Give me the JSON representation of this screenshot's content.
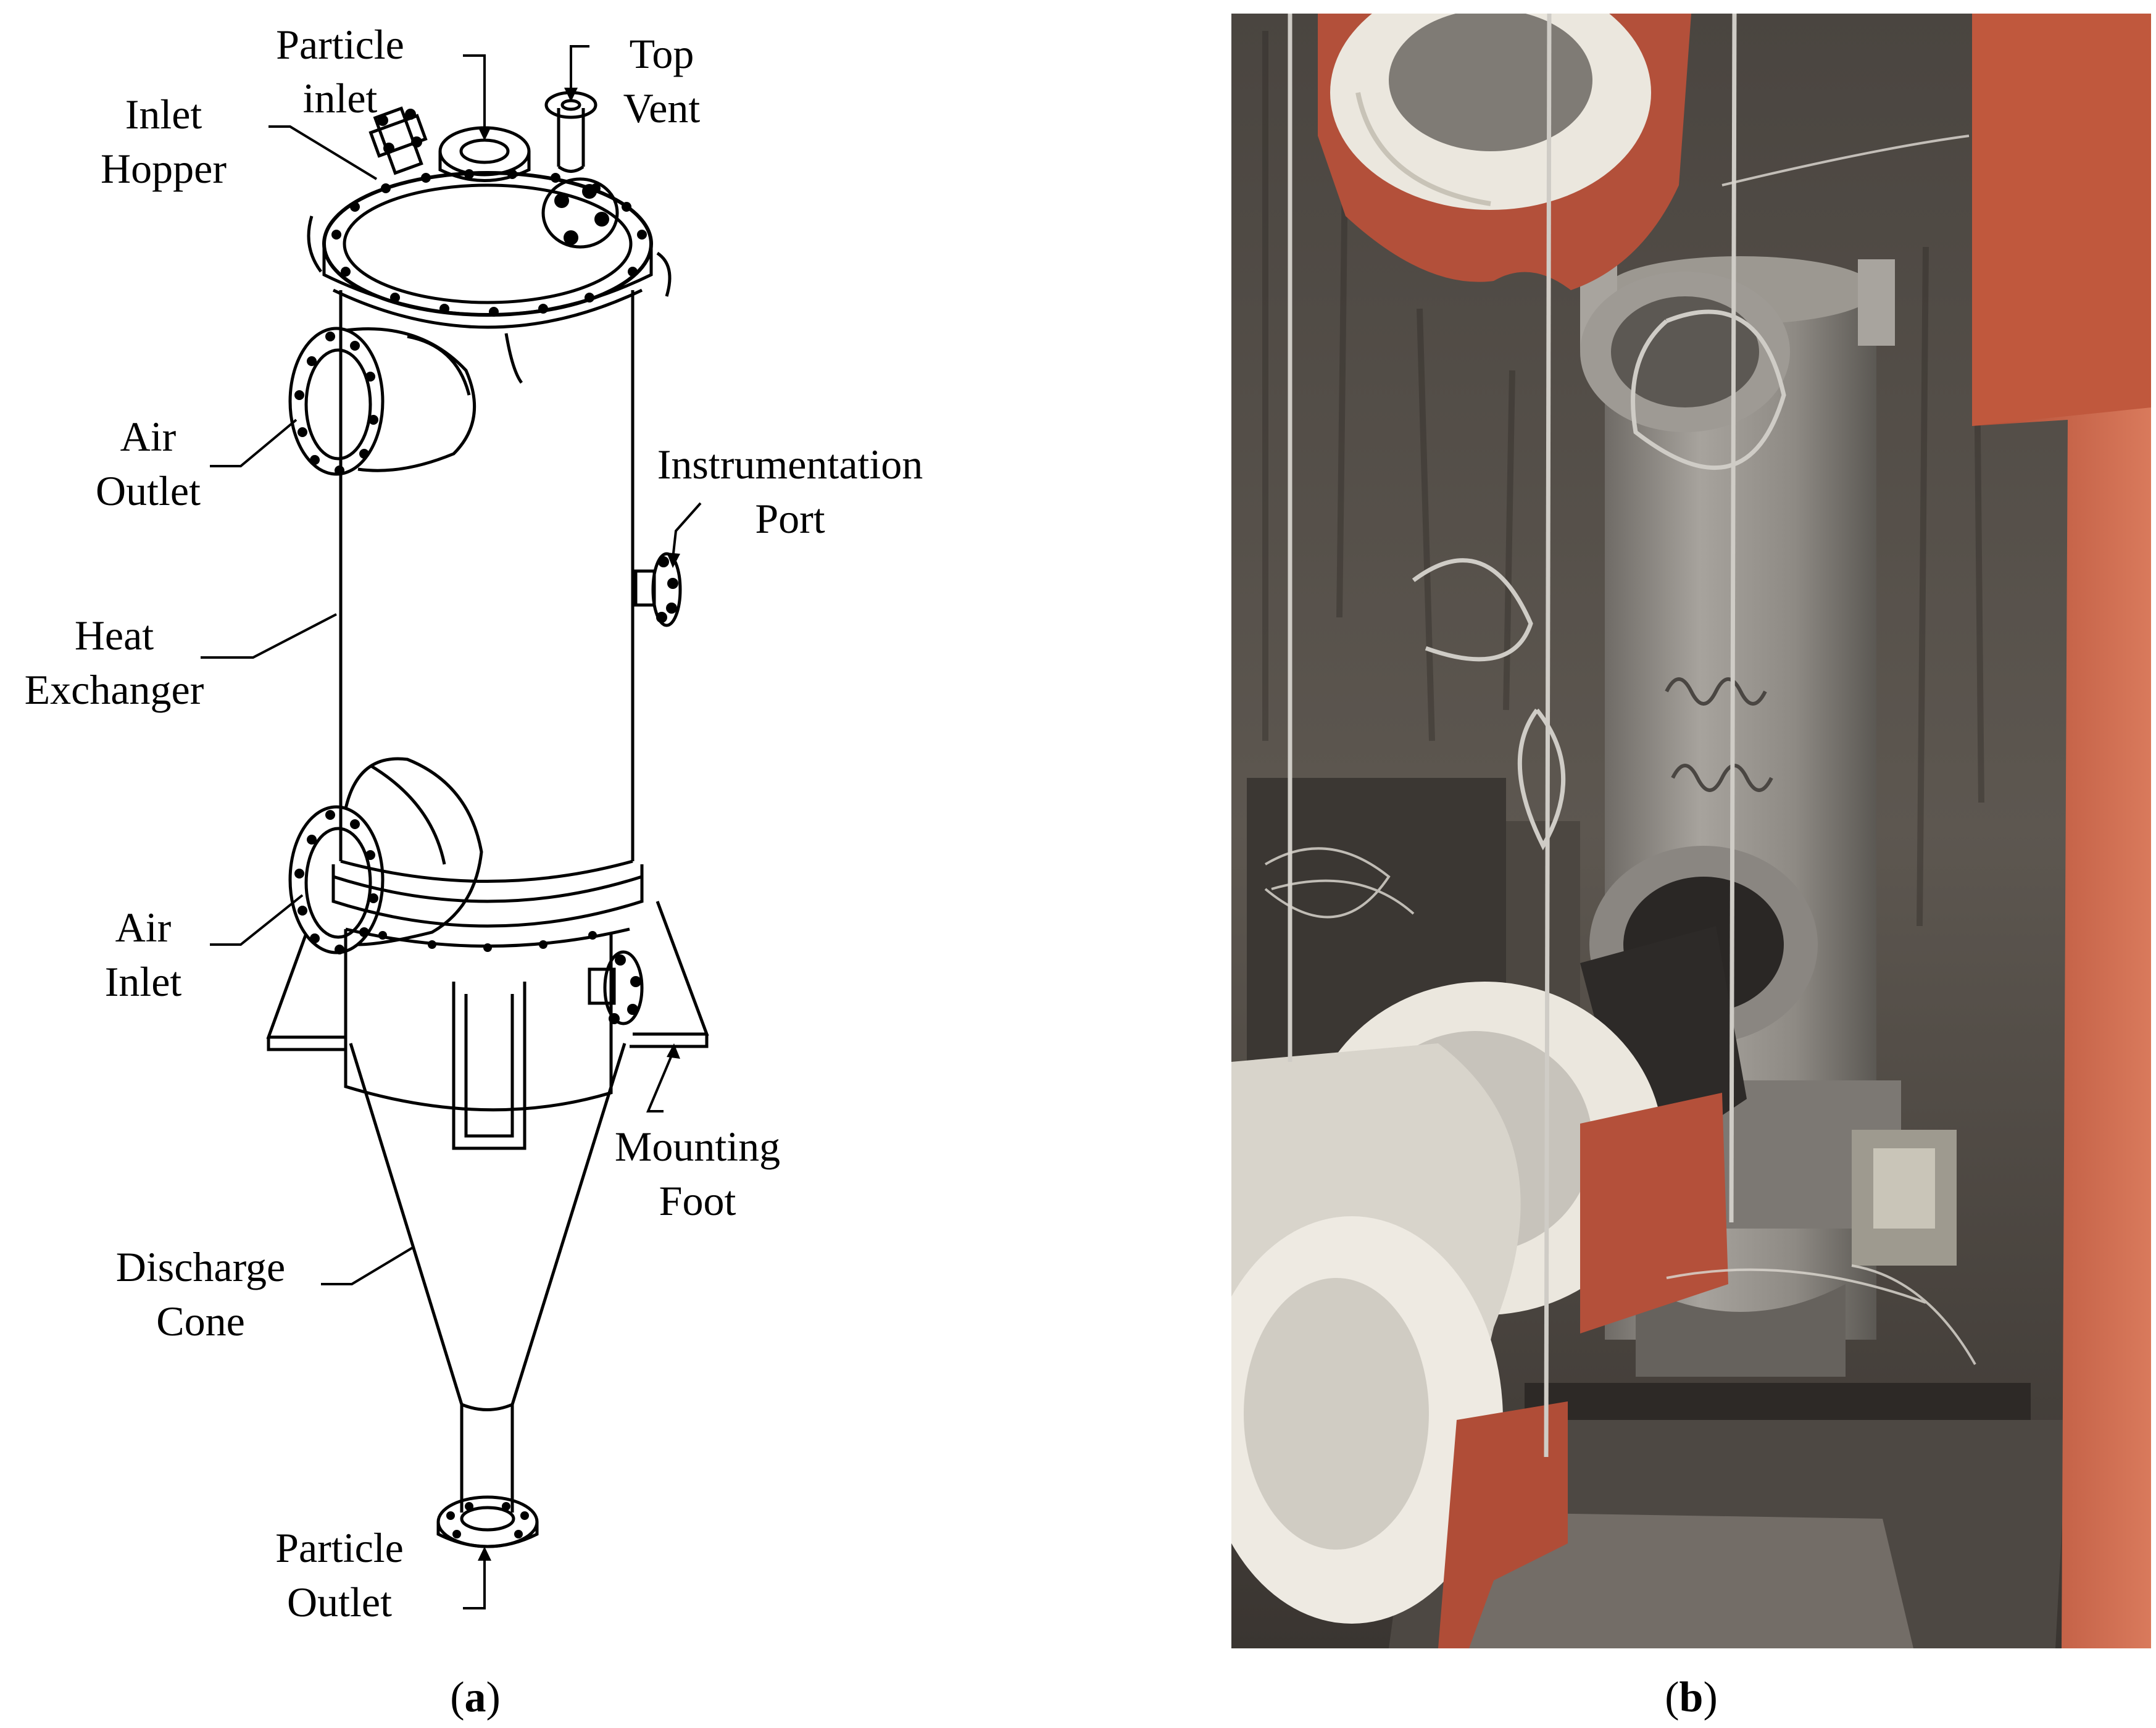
{
  "panel_a": {
    "labels": {
      "particle_inlet": [
        "Particle",
        "inlet"
      ],
      "top_vent": [
        "Top",
        "Vent"
      ],
      "inlet_hopper": [
        "Inlet",
        "Hopper"
      ],
      "air_outlet": [
        "Air",
        "Outlet"
      ],
      "instrumentation_port": [
        "Instrumentation",
        "Port"
      ],
      "heat_exchanger": [
        "Heat",
        "Exchanger"
      ],
      "air_inlet": [
        "Air",
        "Inlet"
      ],
      "mounting_foot": [
        "Mounting",
        "Foot"
      ],
      "discharge_cone": [
        "Discharge",
        "Cone"
      ],
      "particle_outlet": [
        "Particle",
        "Outlet"
      ]
    },
    "caption": {
      "open": "(",
      "letter": "a",
      "close": ")"
    }
  },
  "panel_b": {
    "caption": {
      "open": "(",
      "letter": "b",
      "close": ")"
    },
    "colors": {
      "wall_dark": "#3e3a36",
      "wall_mid": "#6a635c",
      "steel": "#8f8b86",
      "insulation": "#ece8df",
      "red_steel": "#b8543e",
      "frame": "#c66a50"
    }
  }
}
